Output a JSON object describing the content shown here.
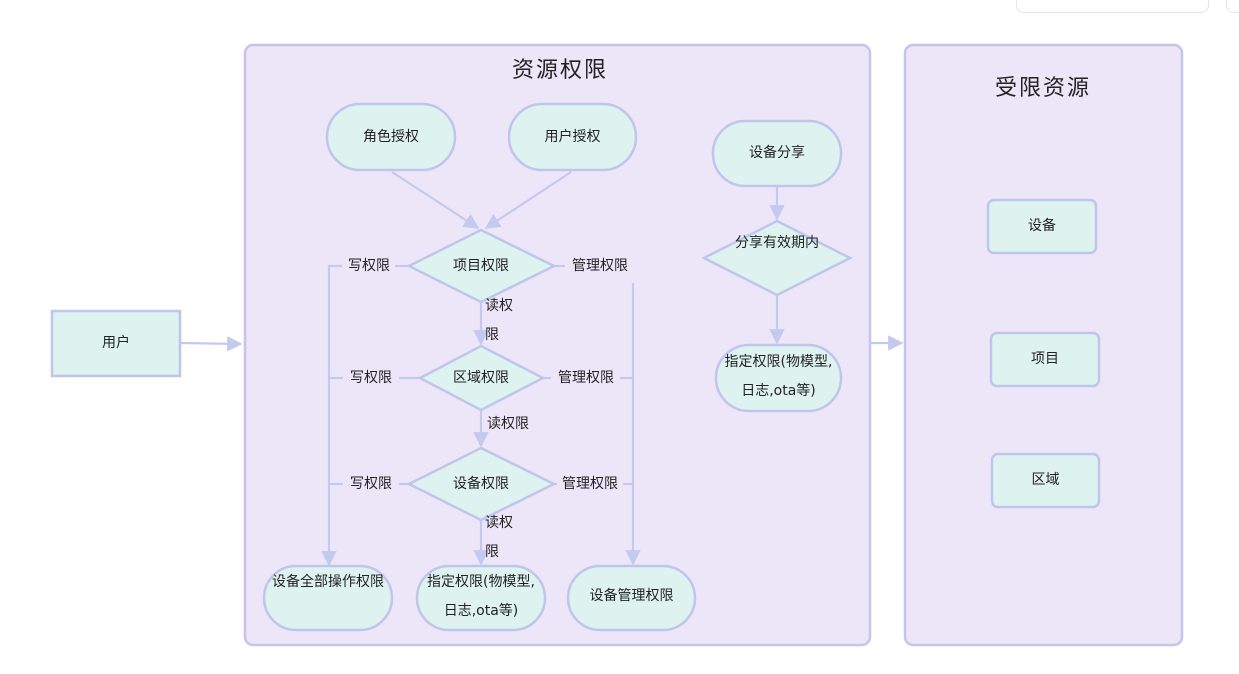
{
  "diagram": {
    "panels": {
      "resource_permission": "资源权限",
      "restricted_resources": "受限资源"
    },
    "nodes": {
      "user": "用户",
      "role_auth": "角色授权",
      "user_auth": "用户授权",
      "device_share": "设备分享",
      "project_perm": "项目权限",
      "area_perm": "区域权限",
      "device_perm": "设备权限",
      "share_validity": "分享有效期内",
      "specified_perm_share": "指定权限(物模型,日志,ota等)",
      "all_ops_perm": "设备全部操作权限",
      "specified_perm": "指定权限(物模型,日志,ota等)",
      "device_mgmt_perm": "设备管理权限",
      "res_device": "设备",
      "res_project": "项目",
      "res_area": "区域"
    },
    "edge_labels": {
      "write1": "写权限",
      "manage1": "管理权限",
      "read1": "读权限",
      "write2": "写权限",
      "manage2": "管理权限",
      "read2": "读权限",
      "write3": "写权限",
      "manage3": "管理权限",
      "read3": "读权限"
    },
    "colors": {
      "panel_fill": "#ece6f8",
      "panel_stroke": "#c3c5ea",
      "node_fill": "#def2f0",
      "node_stroke": "#c0c5ec",
      "edge": "#c4c9ee"
    }
  }
}
